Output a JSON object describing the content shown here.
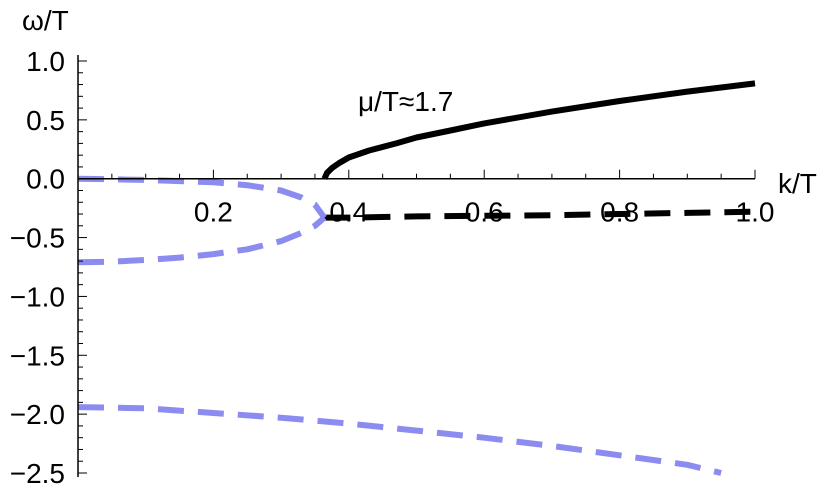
{
  "chart_data": {
    "type": "line",
    "xlabel": "k/T",
    "ylabel": "ω/T",
    "xlim": [
      0,
      1.0
    ],
    "ylim": [
      -2.5,
      1.0
    ],
    "x_ticks": [
      "0.2",
      "0.4",
      "0.6",
      "0.8",
      "1.0"
    ],
    "y_ticks": [
      "1.0",
      "0.5",
      "0.0",
      "−0.5",
      "−1.0",
      "−1.5",
      "−2.0",
      "−2.5"
    ],
    "annotation": "μ/T≈1.7",
    "colors": {
      "black": "#000000",
      "blue": "#8c8cf0"
    },
    "series": [
      {
        "style": "solid",
        "color": "black",
        "x": [
          0.364,
          0.368,
          0.375,
          0.385,
          0.4,
          0.43,
          0.47,
          0.5,
          0.55,
          0.6,
          0.7,
          0.8,
          0.9,
          1.0
        ],
        "y": [
          0.0,
          0.05,
          0.09,
          0.13,
          0.18,
          0.24,
          0.3,
          0.35,
          0.41,
          0.47,
          0.57,
          0.66,
          0.74,
          0.81
        ]
      },
      {
        "style": "dashed",
        "color": "black",
        "x": [
          0.364,
          0.4,
          0.5,
          0.6,
          0.7,
          0.8,
          0.9,
          1.0
        ],
        "y": [
          -0.33,
          -0.33,
          -0.32,
          -0.315,
          -0.31,
          -0.3,
          -0.29,
          -0.28
        ]
      },
      {
        "style": "dashed",
        "color": "blue",
        "x": [
          0.0,
          0.05,
          0.1,
          0.15,
          0.2,
          0.25,
          0.3,
          0.33,
          0.35,
          0.364
        ],
        "y": [
          0.0,
          -0.005,
          -0.01,
          -0.02,
          -0.03,
          -0.055,
          -0.1,
          -0.16,
          -0.22,
          -0.33
        ]
      },
      {
        "style": "dashed",
        "color": "blue",
        "x": [
          0.0,
          0.05,
          0.1,
          0.15,
          0.2,
          0.25,
          0.3,
          0.33,
          0.35,
          0.364
        ],
        "y": [
          -0.71,
          -0.705,
          -0.69,
          -0.67,
          -0.64,
          -0.6,
          -0.53,
          -0.46,
          -0.4,
          -0.33
        ]
      },
      {
        "style": "dashed",
        "color": "blue",
        "x": [
          0.0,
          0.1,
          0.2,
          0.3,
          0.4,
          0.5,
          0.6,
          0.7,
          0.8,
          0.9,
          0.95
        ],
        "y": [
          -1.94,
          -1.95,
          -1.99,
          -2.03,
          -2.08,
          -2.14,
          -2.2,
          -2.27,
          -2.35,
          -2.43,
          -2.5
        ]
      }
    ]
  }
}
